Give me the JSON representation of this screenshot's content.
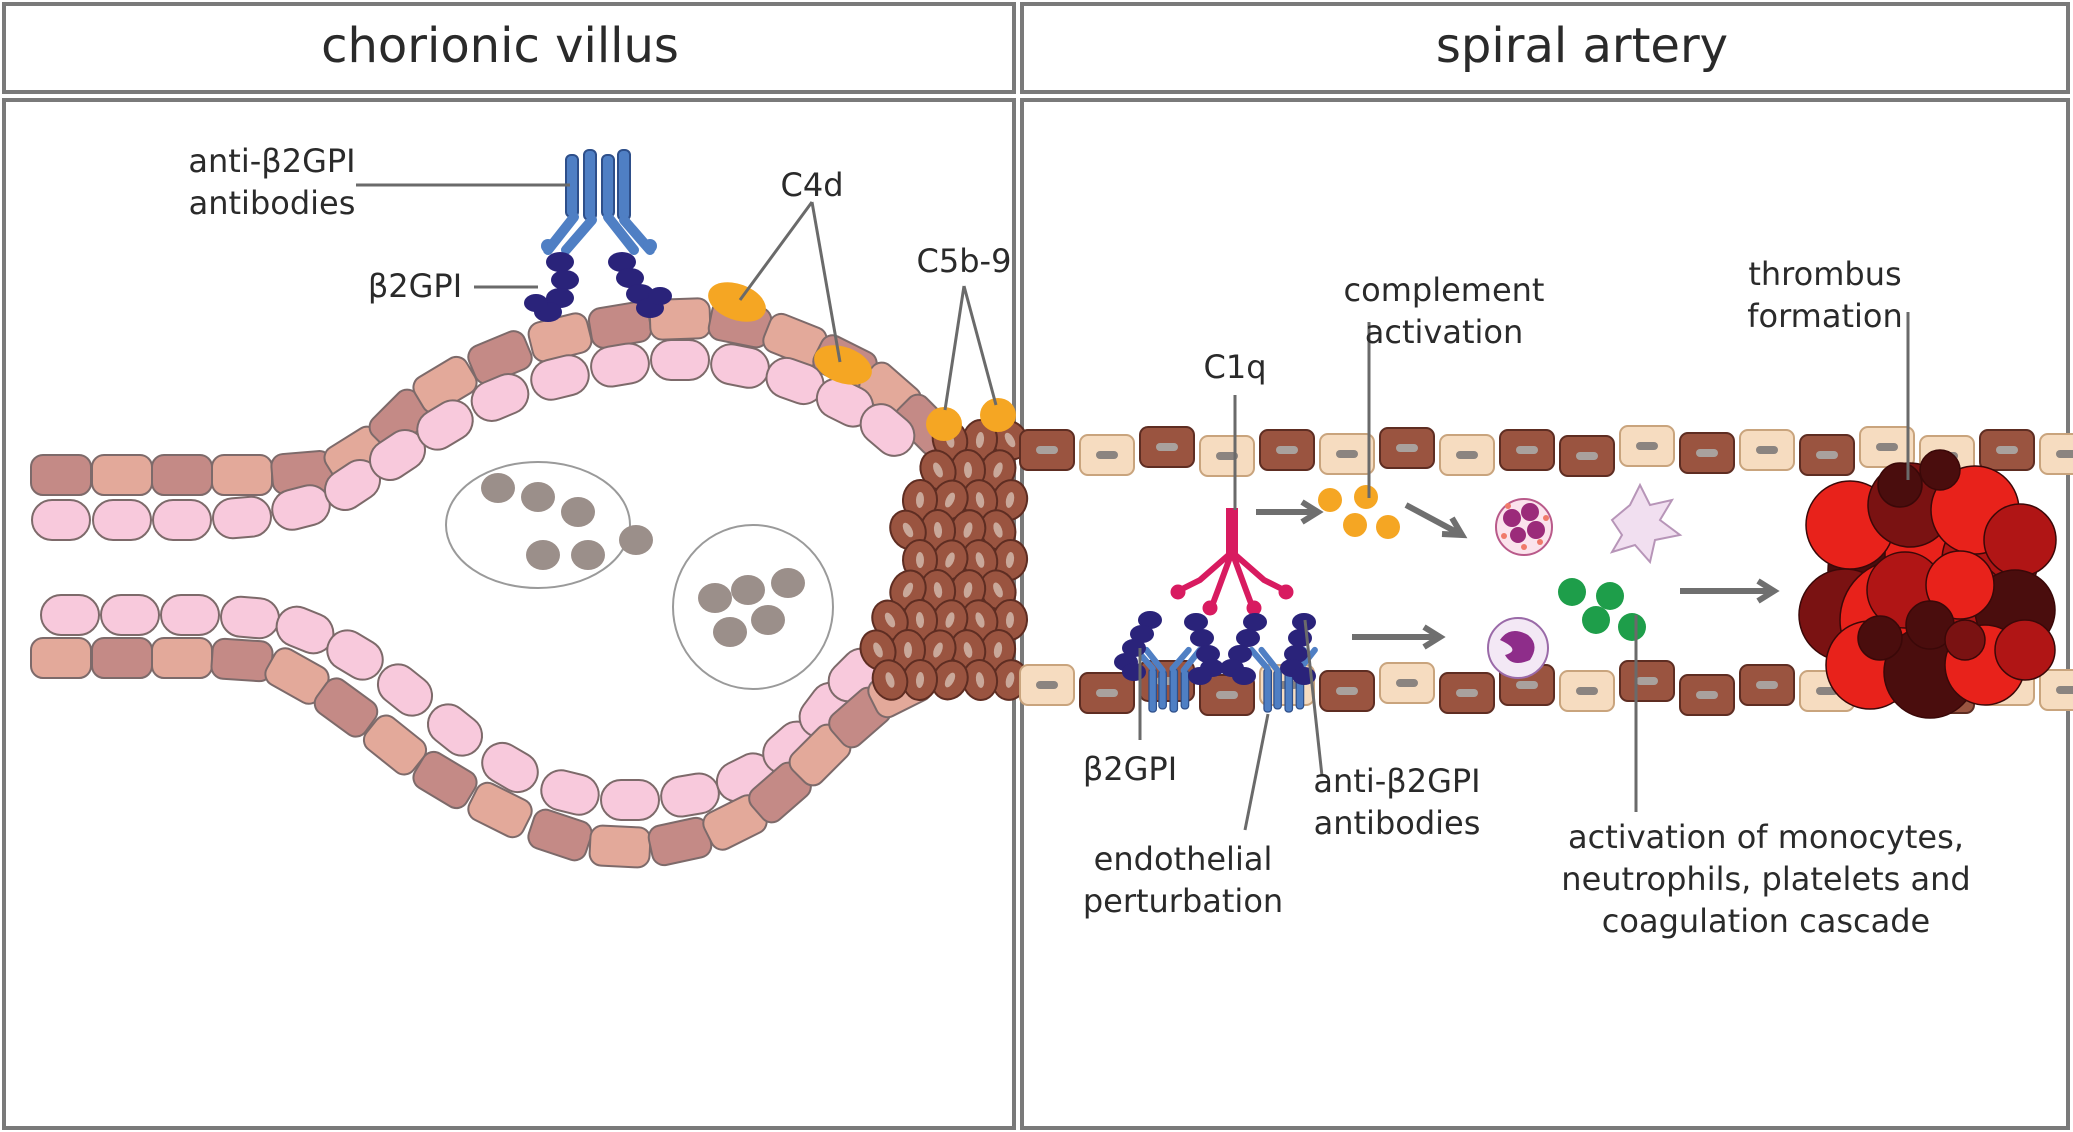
{
  "panels": {
    "left_title": "chorionic villus",
    "right_title": "spiral artery"
  },
  "labels": {
    "anti_b2gpi_left_1": "anti-β2GPI",
    "anti_b2gpi_left_2": "antibodies",
    "b2gpi_left": "β2GPI",
    "c4d": "C4d",
    "c5b9": "C5b-9",
    "complement_1": "complement",
    "complement_2": "activation",
    "c1q": "C1q",
    "thrombus_1": "thrombus",
    "thrombus_2": "formation",
    "b2gpi_right": "β2GPI",
    "anti_b2gpi_right_1": "anti-β2GPI",
    "anti_b2gpi_right_2": "antibodies",
    "endothelial_1": "endothelial",
    "endothelial_2": "perturbation",
    "activation_1": "activation of monocytes,",
    "activation_2": "neutrophils, platelets and",
    "activation_3": "coagulation cascade"
  },
  "colors": {
    "frame": "#7a7a7a",
    "trophoblast_dark": "#c48a86",
    "trophoblast_light": "#e3a99a",
    "trophoblast_inner": "#f8c9dc",
    "endothelium_dark": "#9a5440",
    "endothelium_light": "#f6dcc0",
    "antibody": "#4f7fc4",
    "b2gpi": "#2a237a",
    "complement": "#f5a623",
    "c1q": "#d81b60",
    "platelet_green": "#1e9e4a",
    "thrombus_red": "#e8221b",
    "thrombus_dark": "#4a0d0d"
  },
  "icons": [
    "antibody-icon",
    "b2gpi-icon",
    "c4d-complement-icon",
    "c5b9-complement-icon",
    "c1q-icon",
    "neutrophil-icon",
    "monocyte-icon",
    "activated-platelet-icon",
    "thrombus-icon"
  ]
}
